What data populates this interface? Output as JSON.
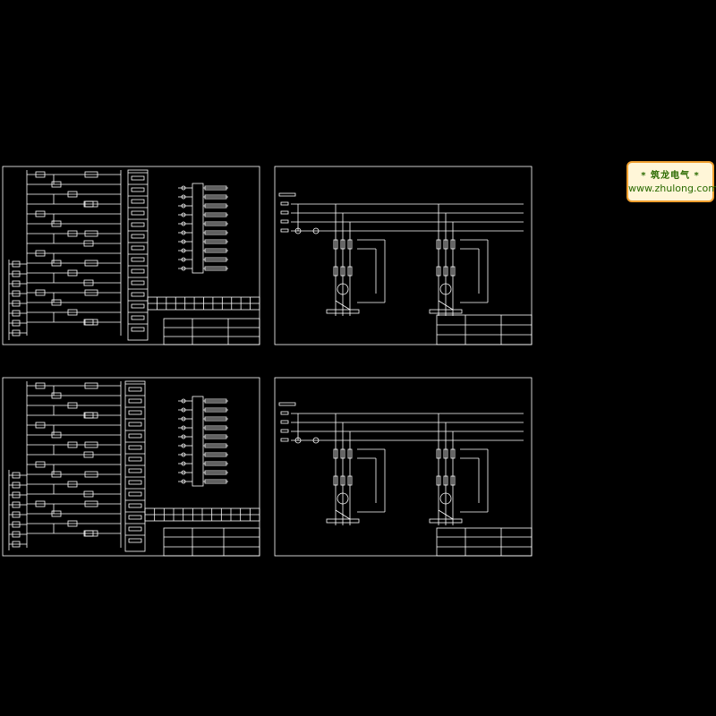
{
  "watermark": {
    "line1": "*  筑龙电气  *",
    "line2": "www.zhulong.com"
  },
  "colors": {
    "background": "#000000",
    "lines": "#ffffff",
    "watermark_border": "#f0a030",
    "watermark_text": "#2a6a00"
  },
  "sheets": [
    {
      "id": "control-1",
      "kind": "control"
    },
    {
      "id": "power-1",
      "kind": "power"
    },
    {
      "id": "control-2",
      "kind": "control"
    },
    {
      "id": "power-2",
      "kind": "power"
    }
  ]
}
